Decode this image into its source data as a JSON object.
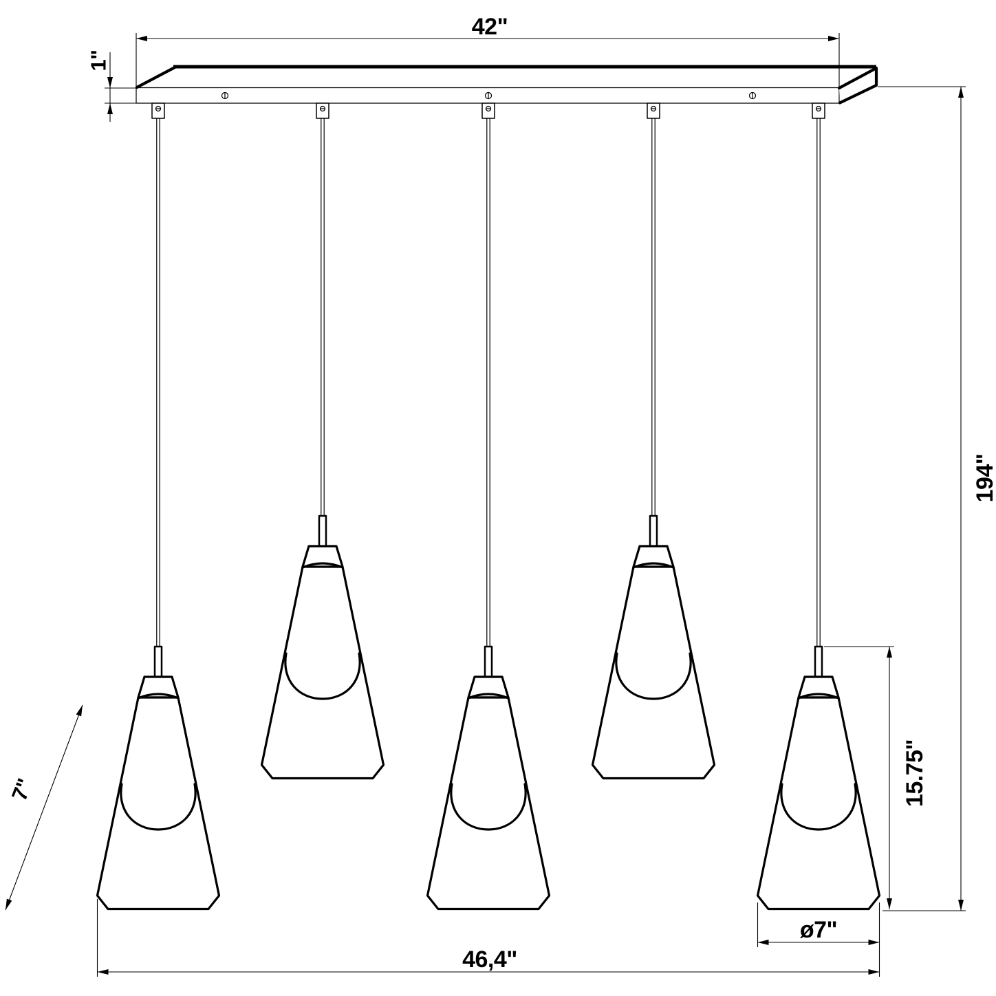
{
  "drawing": {
    "type": "technical-dimension-drawing",
    "subject": "5-light linear cone pendant chandelier",
    "colors": {
      "line": "#000000",
      "background": "#ffffff"
    },
    "dimensions": {
      "canopy_length": "42\"",
      "canopy_thickness": "1\"",
      "max_overall_height": "194\"",
      "shade_height": "15.75\"",
      "shade_diameter": "ø7\"",
      "overall_length": "46,4\"",
      "canopy_depth": "7\""
    },
    "fixture": {
      "pendant_count": 5,
      "cord_grip_count": 5,
      "canopy_screw_count": 3
    }
  }
}
